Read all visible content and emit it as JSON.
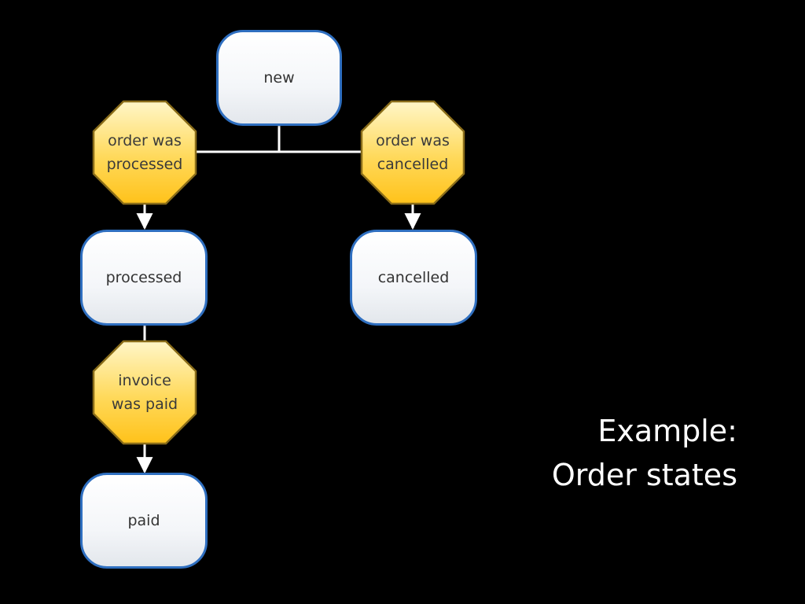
{
  "states": {
    "new": "new",
    "processed": "processed",
    "cancelled": "cancelled",
    "paid": "paid"
  },
  "events": {
    "order_processed": "order was\nprocessed",
    "order_cancelled": "order was\ncancelled",
    "invoice_paid": "invoice\nwas paid"
  },
  "caption": {
    "line1": "Example:",
    "line2": "Order states"
  },
  "colors": {
    "state_border": "#2f6fc0",
    "event_fill_top": "#fff6c8",
    "event_fill_bottom": "#ffc21a",
    "event_border": "#8a6d1a",
    "connector": "#ffffff"
  }
}
